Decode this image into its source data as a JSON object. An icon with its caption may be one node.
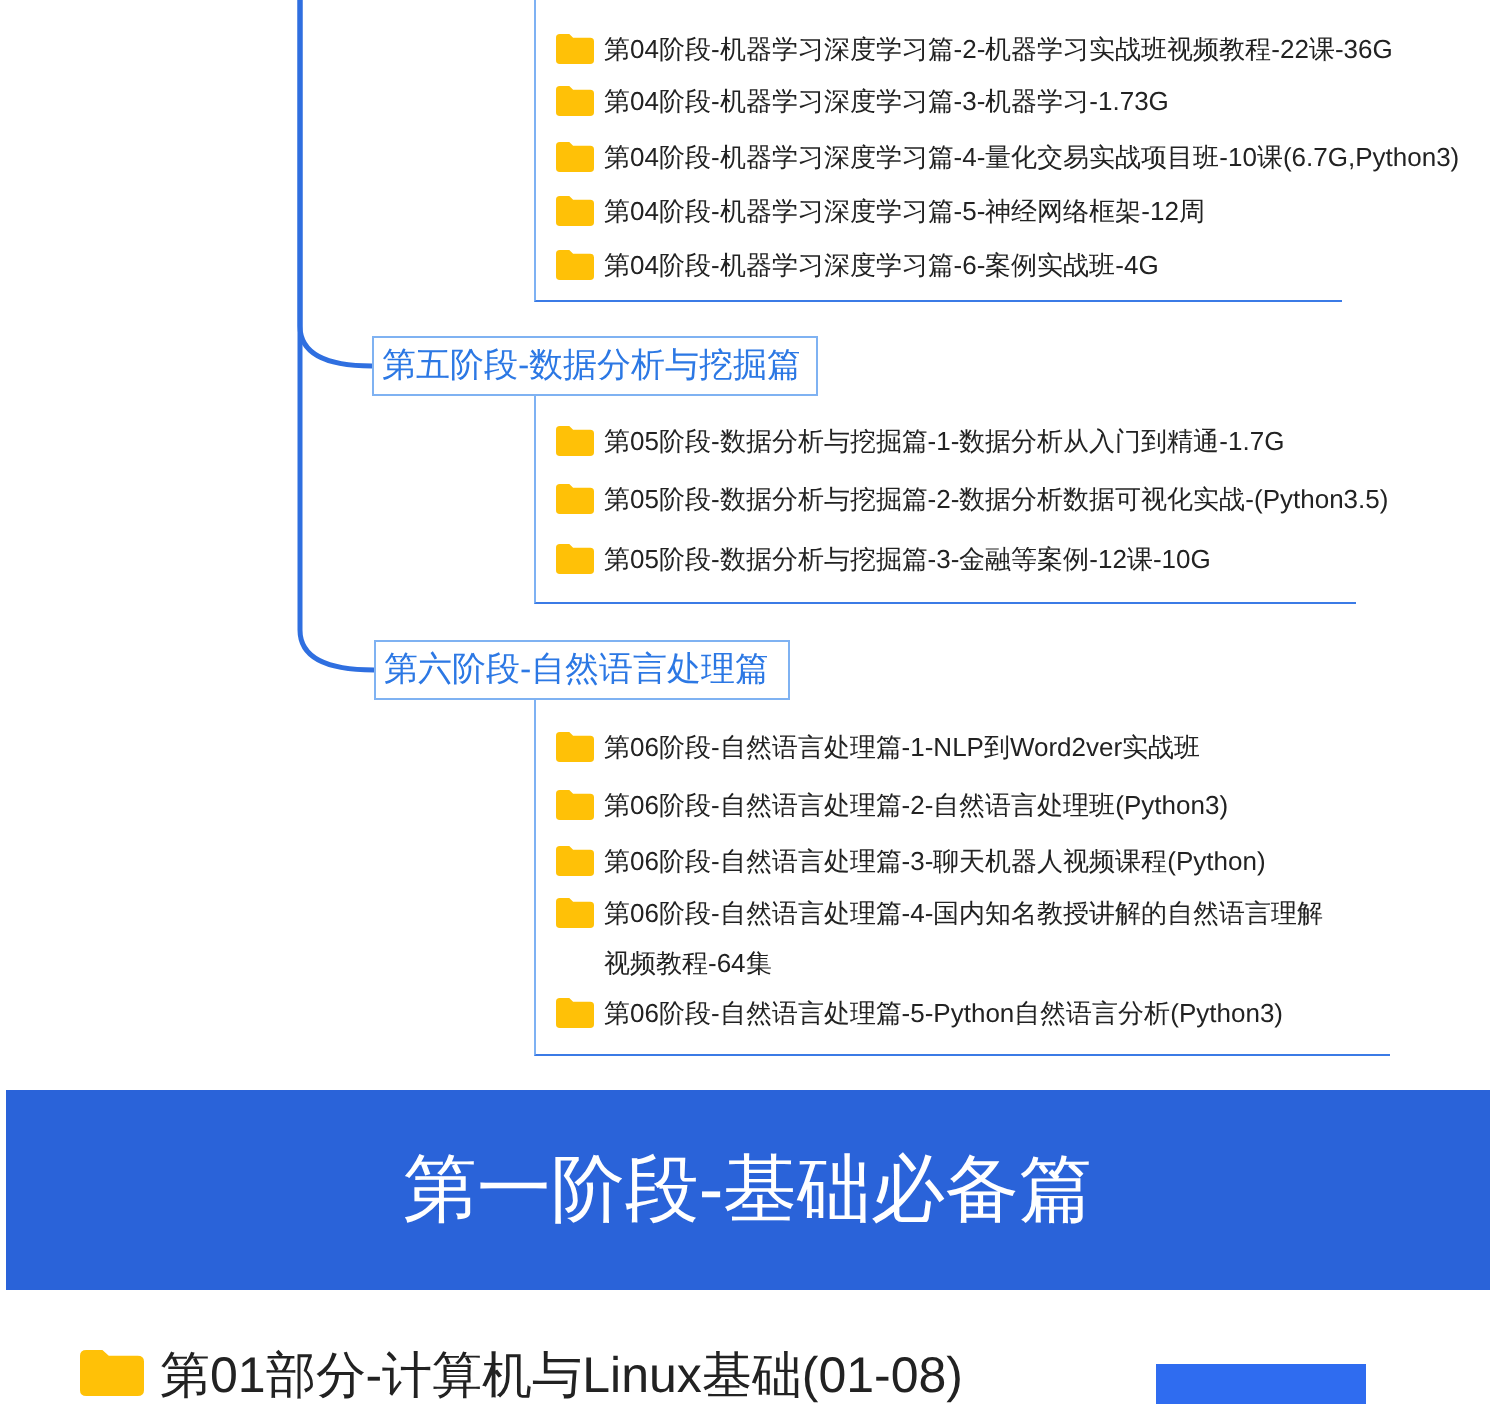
{
  "diagram": {
    "nodes": [
      {
        "text": [
          "第04阶段-机器学习深度学习篇-2-机器学习实战班视频教程-22课-36G",
          "第04阶段-机器学习深度学习篇-3-机器学习-1.73G",
          "第04阶段-机器学习深度学习篇-4-量化交易实战项目班-10课(6.7G,Python3)",
          "第04阶段-机器学习深度学习篇-5-神经网络框架-12周",
          "第04阶段-机器学习深度学习篇-6-案例实战班-4G"
        ]
      },
      {
        "text": [
          "第五阶段-数据分析与挖掘篇"
        ]
      },
      {
        "text": [
          "第05阶段-数据分析与挖掘篇-1-数据分析从入门到精通-1.7G",
          "第05阶段-数据分析与挖掘篇-2-数据分析数据可视化实战-(Python3.5)",
          "第05阶段-数据分析与挖掘篇-3-金融等案例-12课-10G"
        ]
      },
      {
        "text": [
          "第六阶段-自然语言处理篇"
        ]
      },
      {
        "text": [
          "第06阶段-自然语言处理篇-1-NLP到Word2ver实战班",
          "第06阶段-自然语言处理篇-2-自然语言处理班(Python3)",
          "第06阶段-自然语言处理篇-3-聊天机器人视频课程(Python)",
          "第06阶段-自然语言处理篇-4-国内知名教授讲解的自然语言理解视频教程-64集",
          "第06阶段-自然语言处理篇-5-Python自然语言分析(Python3)"
        ]
      },
      {
        "text": [
          "第一阶段-基础必备篇"
        ]
      },
      {
        "text": [],
        "shape": "box"
      }
    ],
    "edges": [
      {
        "from": null,
        "to": 1,
        "arrow": "none"
      },
      {
        "from": null,
        "to": 3,
        "arrow": "none"
      }
    ],
    "labels": [
      "第01部分-计算机与Linux基础(01-08)"
    ]
  }
}
